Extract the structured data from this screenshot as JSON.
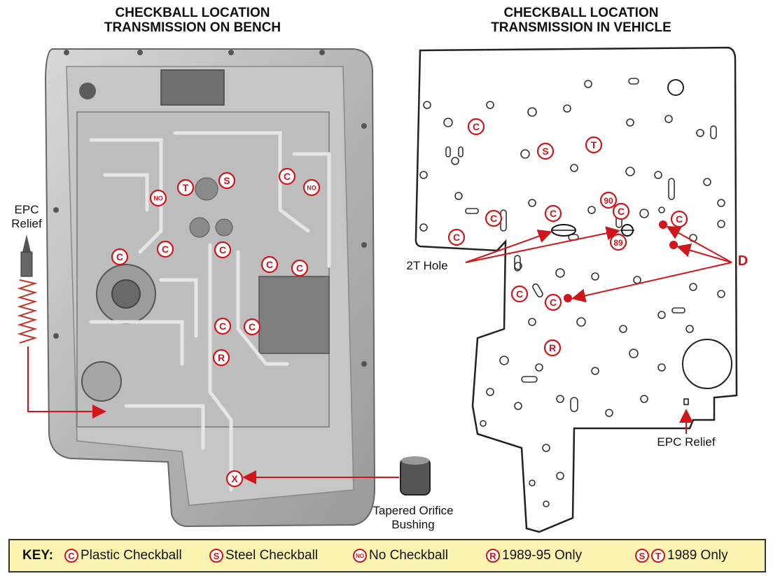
{
  "titles": {
    "left": [
      "CHECKBALL LOCATION",
      "TRANSMISSION ON BENCH"
    ],
    "right": [
      "CHECKBALL LOCATION",
      "TRANSMISSION IN VEHICLE"
    ]
  },
  "labels": {
    "epc_left": [
      "EPC",
      "Relief"
    ],
    "two_t_hole": "2T Hole",
    "d_marker": "D",
    "epc_right": "EPC Relief",
    "orifice": [
      "Tapered Orifice",
      "Bushing"
    ],
    "ninety": "90",
    "eighty_nine": "89"
  },
  "badges_left": [
    "NO",
    "T",
    "S",
    "C",
    "NO",
    "C",
    "C",
    "C",
    "C",
    "C",
    "C",
    "C",
    "R",
    "X"
  ],
  "badges_right": [
    "C",
    "S",
    "T",
    "C",
    "C",
    "C",
    "C",
    "C",
    "C",
    "C",
    "R"
  ],
  "key": {
    "title": "KEY:",
    "items": [
      {
        "badges": [
          "C"
        ],
        "text": "Plastic Checkball"
      },
      {
        "badges": [
          "S"
        ],
        "text": "Steel Checkball"
      },
      {
        "badges": [
          "NO"
        ],
        "text": "No Checkball"
      },
      {
        "badges": [
          "R"
        ],
        "text": "1989-95 Only"
      },
      {
        "badges": [
          "S",
          "T"
        ],
        "text": "1989 Only"
      }
    ]
  },
  "colors": {
    "accent": "#d0161b",
    "key_bg": "#fbf4b0"
  }
}
